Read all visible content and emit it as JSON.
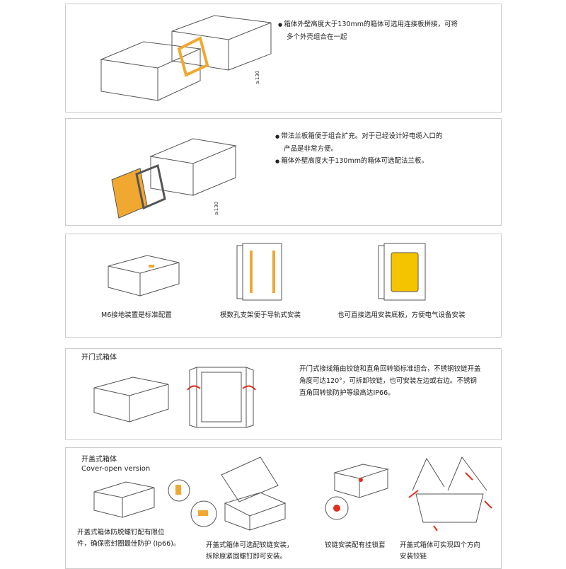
{
  "panel1": {
    "lines": [
      "箱体外壁高度大于130mm的箱体可选用连接板拼接，可将",
      "多个外壳组合在一起"
    ],
    "dim": "≥130"
  },
  "panel2": {
    "lines": [
      "带法兰板箱便于组合扩充。对于已经设计好电缆入口的",
      "产品是非常方便。",
      "箱体外壁高度大于130mm的箱体可选配法兰板。"
    ],
    "dim": "≥130"
  },
  "panel3": {
    "captions": [
      "M6接地装置是标准配置",
      "模数孔支架便于导轨式安装",
      "也可直接选用安装底板，方便电气设备安装"
    ]
  },
  "panel4": {
    "title": "开门式箱体",
    "lines": [
      "开门式接线箱由铰链和直角回转锁标准组合，不锈钢铰链开盖",
      "角度可达120°，可拆卸铰链，也可安装左边或右边。不锈钢",
      "直角回转锁防护等级高达IP66。"
    ]
  },
  "panel5": {
    "title": "开盖式箱体",
    "subtitle": "Cover-open version",
    "captions": [
      [
        "开盖式箱体防脱螺钉配有限位",
        "件，确保密封圈最佳防护 (Ip66)。"
      ],
      [
        "开盖式箱体可选配铰链安装，",
        "拆除原紧固螺钉即可安装。"
      ],
      [
        "铰链安装配有挂锁套"
      ],
      [
        "开盖式箱体可实现四个方向",
        "安装铰链"
      ]
    ]
  },
  "colors": {
    "accent": "#f0a830",
    "plate": "#f5c400",
    "arrow": "#e03020"
  }
}
